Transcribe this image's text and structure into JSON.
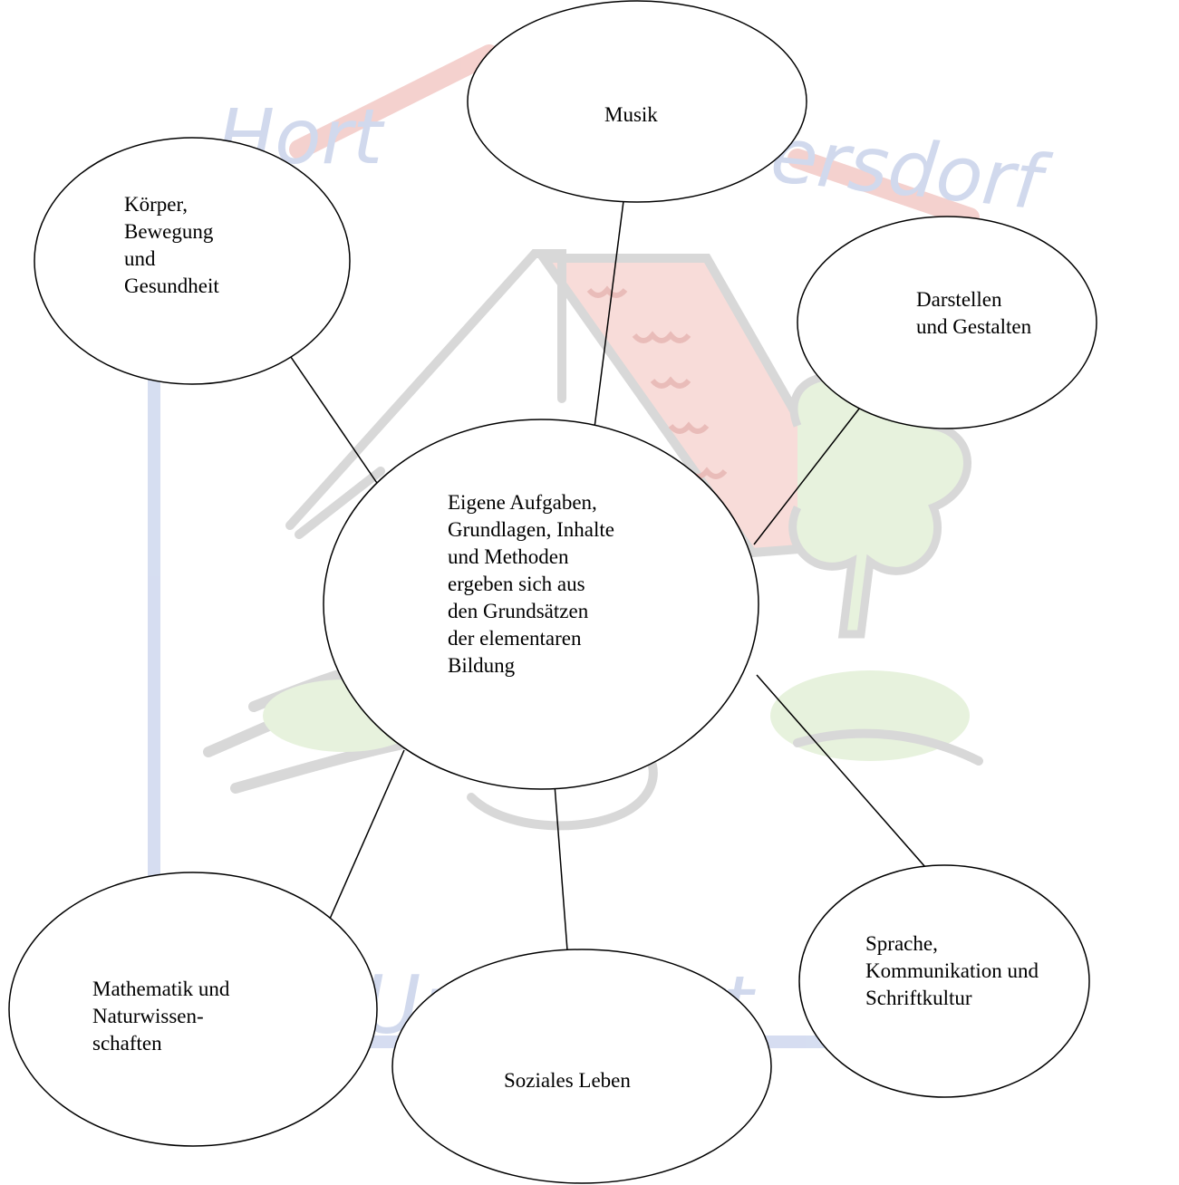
{
  "watermark": {
    "top_text": "Hort ",
    "top_text_end": "ersdorf",
    "bottom_text": "Ur     Hort",
    "colors": {
      "letters": "#c9d3ea",
      "roof": "#f3c9c6",
      "sketch": "#d2d2d2",
      "green": "#d6ecc4",
      "frame": "#cfd8ef"
    }
  },
  "diagram": {
    "center": "Eigene Aufgaben,\nGrundlagen, Inhalte\nund Methoden\nergeben sich aus\nden Grundsätzen\nder elementaren\nBildung",
    "nodes": {
      "musik": "Musik",
      "koerper": "Körper,\nBewegung\nund\nGesundheit",
      "darstellen": "Darstellen\nund Gestalten",
      "sprache": "Sprache,\nKommunikation und\nSchriftkultur",
      "mathematik": "Mathematik und\nNaturwissen-\nschaften",
      "soziales": "Soziales Leben"
    },
    "colors": {
      "stroke": "#000000",
      "fill": "#ffffff"
    }
  }
}
